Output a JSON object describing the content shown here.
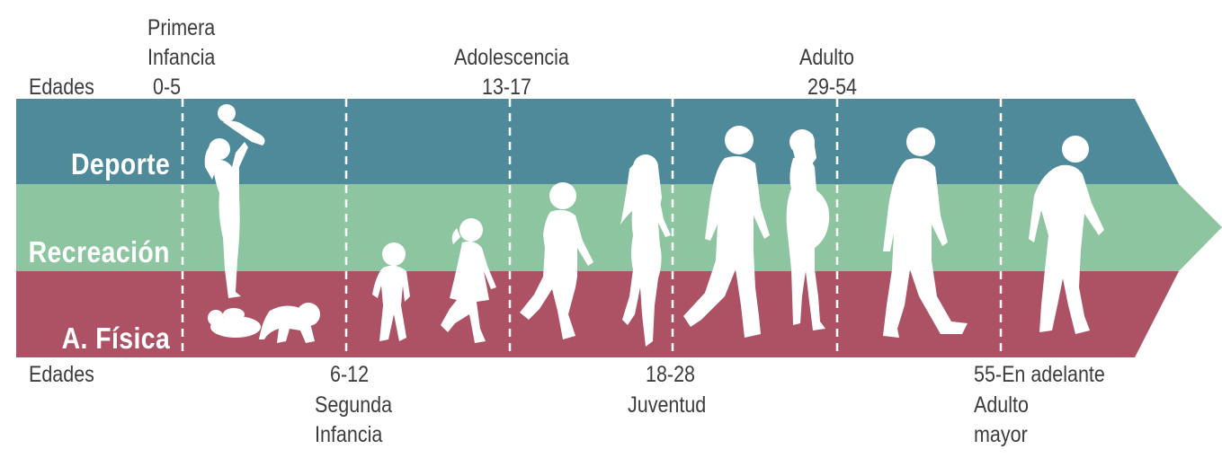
{
  "colors": {
    "deporte": "#4f8a9a",
    "recreacion": "#8cc59f",
    "fisica": "#ad5264",
    "silhouette": "#ffffff",
    "text": "#3c3c3c"
  },
  "bands": [
    {
      "key": "deporte",
      "label": "Deporte"
    },
    {
      "key": "recreacion",
      "label": "Recreación"
    },
    {
      "key": "fisica",
      "label": "A. Física"
    }
  ],
  "top_labels": {
    "edades": "Edades",
    "primera_infancia": {
      "line1": "Primera",
      "line2": "Infancia",
      "range": "0-5"
    },
    "adolescencia": {
      "name": "Adolescencia",
      "range": "13-17"
    },
    "adulto": {
      "name": "Adulto",
      "range": "29-54"
    }
  },
  "bottom_labels": {
    "edades": "Edades",
    "segunda_infancia": {
      "range": "6-12",
      "line1": "Segunda",
      "line2": "Infancia"
    },
    "juventud": {
      "range": "18-28",
      "name": "Juventud"
    },
    "adulto_mayor": {
      "range": "55-En adelante",
      "line1": "Adulto",
      "line2": "mayor"
    }
  },
  "silhouettes": [
    "mother-lifting-baby-silhouette",
    "lying-infant-silhouette",
    "crawling-baby-silhouette",
    "toddler-silhouette",
    "girl-walking-silhouette",
    "boy-walking-silhouette",
    "young-woman-silhouette",
    "man-walking-silhouette",
    "pregnant-woman-silhouette",
    "adult-walking-silhouette",
    "elderly-man-silhouette"
  ]
}
